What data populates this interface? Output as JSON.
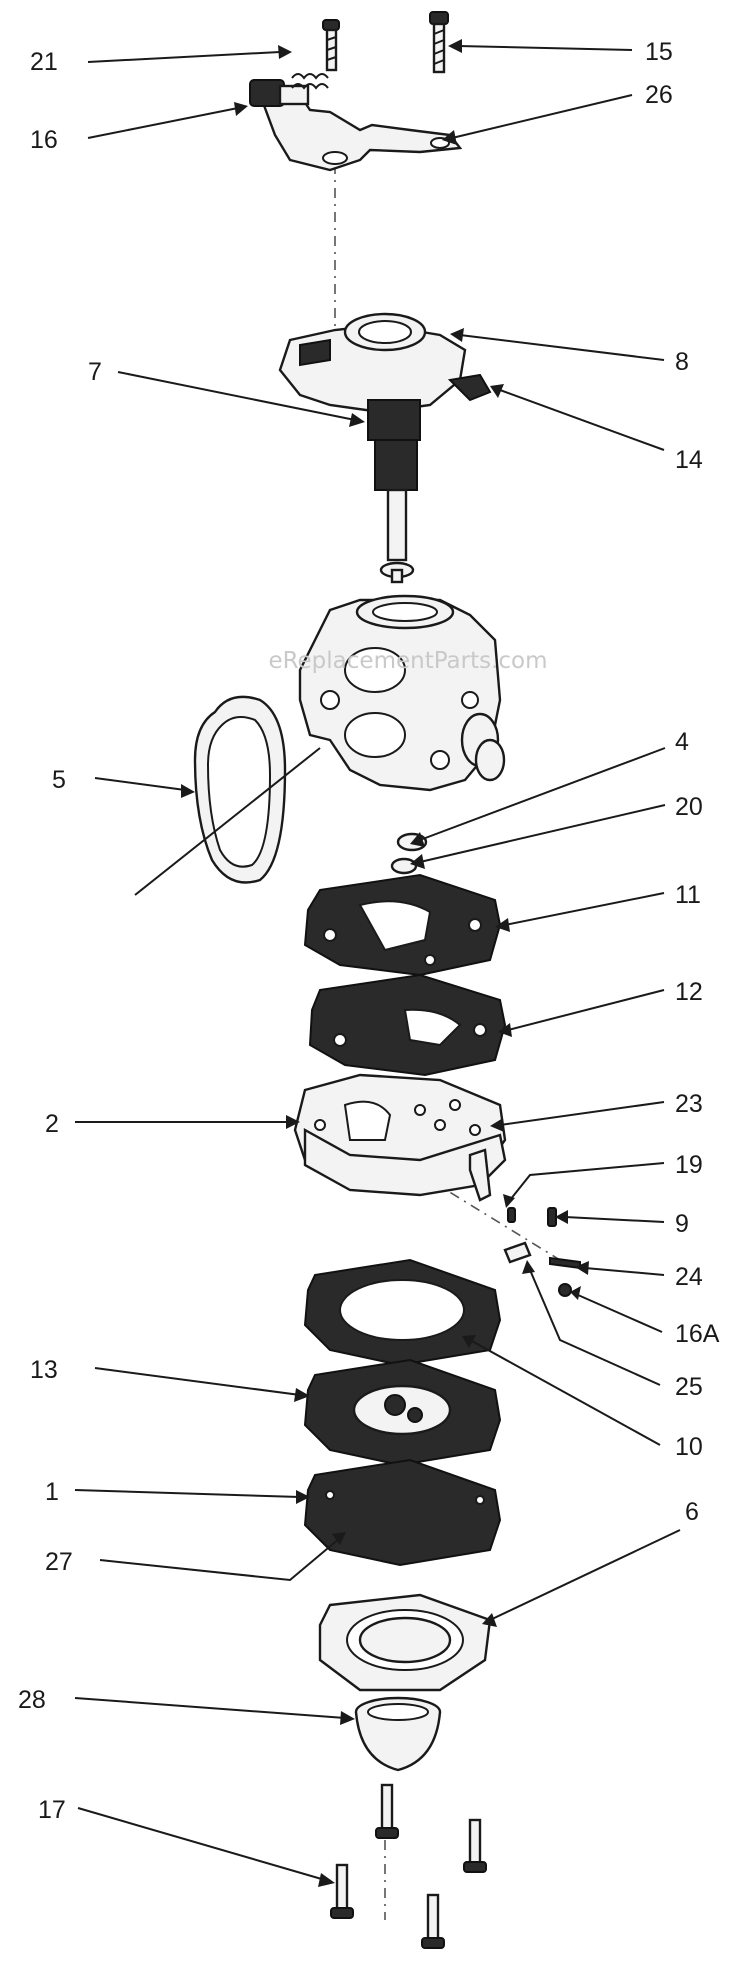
{
  "watermark": "eReplacementParts.com",
  "callouts": [
    {
      "id": "c21",
      "label": "21"
    },
    {
      "id": "c15",
      "label": "15"
    },
    {
      "id": "c16",
      "label": "16"
    },
    {
      "id": "c26",
      "label": "26"
    },
    {
      "id": "c8",
      "label": "8"
    },
    {
      "id": "c7",
      "label": "7"
    },
    {
      "id": "c14",
      "label": "14"
    },
    {
      "id": "c4",
      "label": "4"
    },
    {
      "id": "c5",
      "label": "5"
    },
    {
      "id": "c20",
      "label": "20"
    },
    {
      "id": "c11",
      "label": "11"
    },
    {
      "id": "c12",
      "label": "12"
    },
    {
      "id": "c23",
      "label": "23"
    },
    {
      "id": "c2",
      "label": "2"
    },
    {
      "id": "c19",
      "label": "19"
    },
    {
      "id": "c9",
      "label": "9"
    },
    {
      "id": "c24",
      "label": "24"
    },
    {
      "id": "c16a",
      "label": "16A"
    },
    {
      "id": "c13",
      "label": "13"
    },
    {
      "id": "c25",
      "label": "25"
    },
    {
      "id": "c10",
      "label": "10"
    },
    {
      "id": "c1",
      "label": "1"
    },
    {
      "id": "c6",
      "label": "6"
    },
    {
      "id": "c27",
      "label": "27"
    },
    {
      "id": "c28",
      "label": "28"
    },
    {
      "id": "c17",
      "label": "17"
    }
  ]
}
